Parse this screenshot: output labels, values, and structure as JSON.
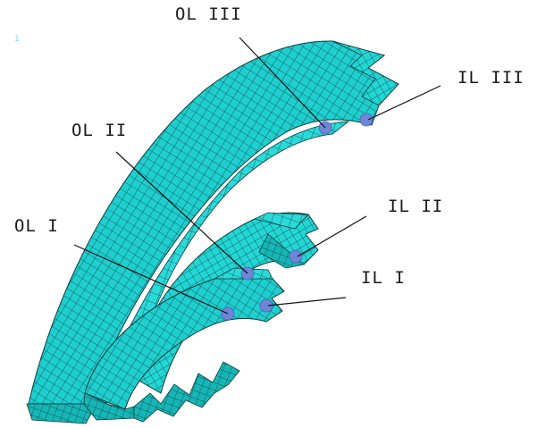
{
  "corner_mark": "1",
  "colors": {
    "mesh_face": "#1fcfcf",
    "mesh_face_dark": "#14a9a9",
    "mesh_face_light": "#5ee6e6",
    "mesh_line": "#0d3a3a",
    "marker": "#6f86d8"
  },
  "labels": {
    "ol3": "OL III",
    "il3": "IL III",
    "ol2": "OL II",
    "il2": "IL II",
    "ol1": "OL I",
    "il1": "IL I"
  }
}
